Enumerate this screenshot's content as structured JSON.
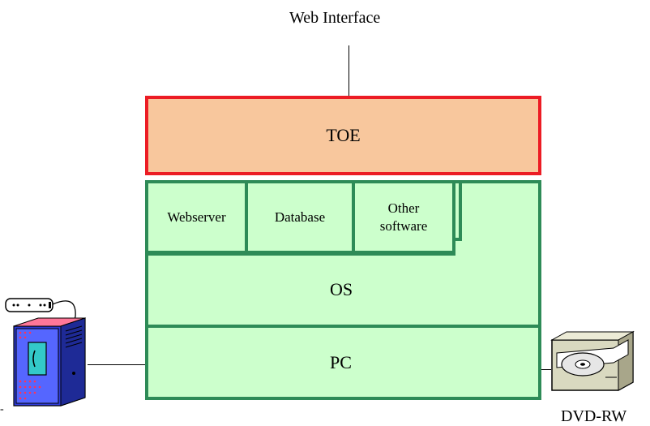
{
  "title": "Web Interface",
  "colors": {
    "toe_fill": "#f8c79d",
    "toe_border": "#ec1c24",
    "stack_fill": "#ccffcc",
    "stack_border": "#2e8b57"
  },
  "layers": {
    "toe": "TOE",
    "apps": {
      "webserver": "Webserver",
      "database": "Database",
      "other_line1": "Other",
      "other_line2": "software"
    },
    "os": "OS",
    "pc": "PC"
  },
  "peripherals": {
    "left": "-",
    "right": "DVD-RW",
    "left_icon": "server-with-modem-icon",
    "right_icon": "dvd-drive-icon"
  }
}
